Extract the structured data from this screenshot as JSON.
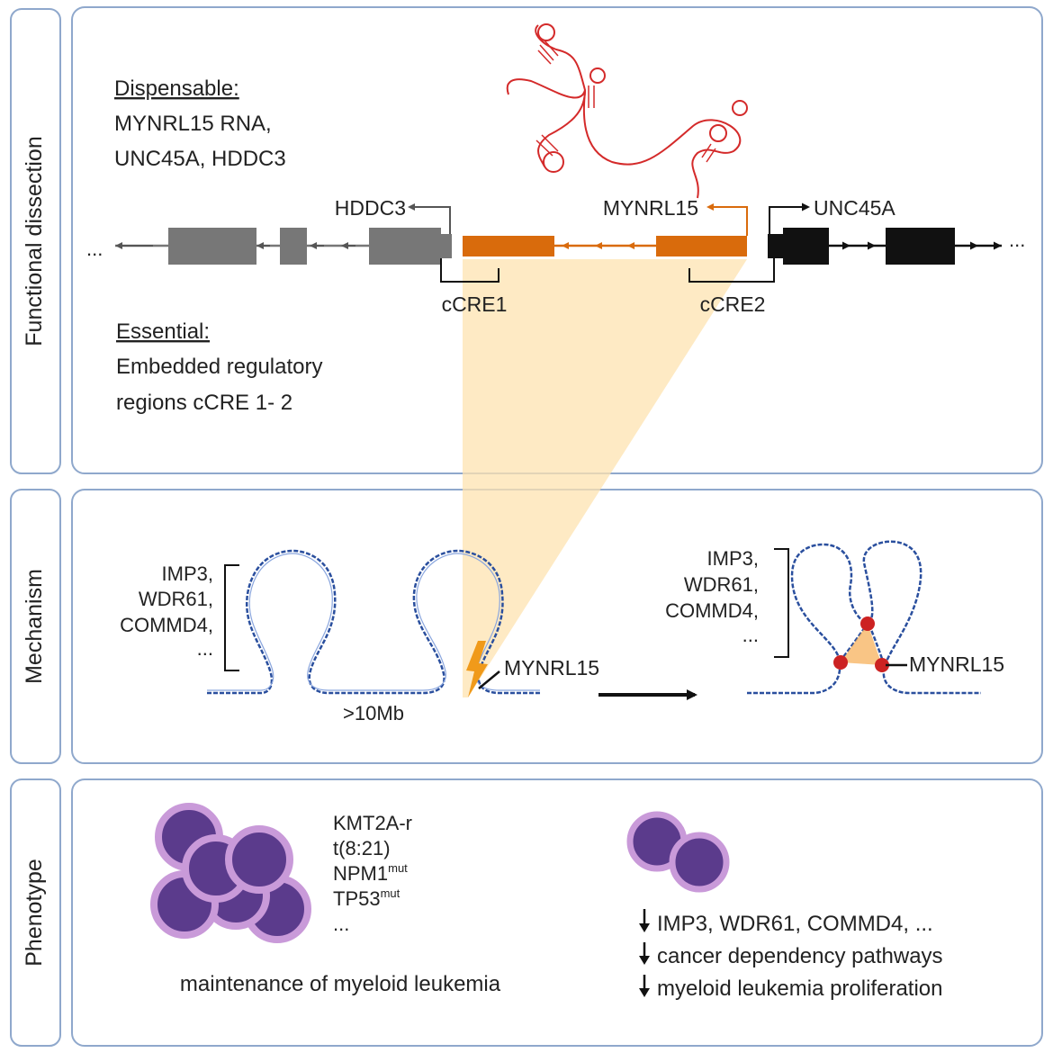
{
  "colors": {
    "panel_border": "#8fa8cc",
    "orange": "#d96b0c",
    "gray": "#777777",
    "black": "#111111",
    "rna_red": "#d42a2a",
    "dna_blue": "#2a4f9e",
    "cell_fill": "#5b3b8c",
    "cell_ring": "#c99ad9",
    "highlight": "#fde3b0",
    "anchor_red": "#cc2222"
  },
  "panels": {
    "functional": {
      "side_label": "Functional dissection",
      "dispensable_heading": "Dispensable:",
      "dispensable_lines": [
        "MYNRL15 RNA,",
        "UNC45A, HDDC3"
      ],
      "essential_heading": "Essential:",
      "essential_lines": [
        "Embedded regulatory",
        "regions cCRE 1- 2"
      ],
      "genes": {
        "hddc3": "HDDC3",
        "mynrl15": "MYNRL15",
        "unc45a": "UNC45A"
      },
      "ccre1": "cCRE1",
      "ccre2": "cCRE2",
      "ellipsis_left": "...",
      "ellipsis_right": "..."
    },
    "mechanism": {
      "side_label": "Mechanism",
      "left_gene_list": [
        "IMP3,",
        "WDR61,",
        "COMMD4,",
        "..."
      ],
      "right_gene_list": [
        "IMP3,",
        "WDR61,",
        "COMMD4,",
        "..."
      ],
      "distance": ">10Mb",
      "mynrl15_left": "MYNRL15",
      "mynrl15_right": "MYNRL15"
    },
    "phenotype": {
      "side_label": "Phenotype",
      "subtypes": [
        {
          "base": "KMT2A-r",
          "sup": ""
        },
        {
          "base": "t(8:21)",
          "sup": ""
        },
        {
          "base": "NPM1",
          "sup": "mut"
        },
        {
          "base": "TP53",
          "sup": "mut"
        },
        {
          "base": "...",
          "sup": ""
        }
      ],
      "left_caption": "maintenance of myeloid leukemia",
      "effects": [
        "IMP3, WDR61, COMMD4, ...",
        "cancer dependency pathways",
        "myeloid leukemia proliferation"
      ]
    }
  }
}
